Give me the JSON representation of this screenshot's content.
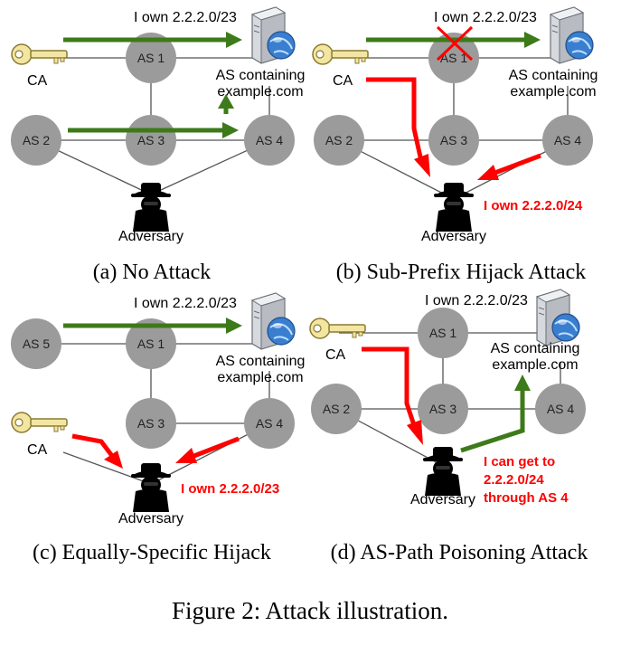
{
  "figure_caption": "Figure 2: Attack illustration.",
  "colors": {
    "green": "#3d7a1a",
    "red": "#ff0000",
    "node": "#9b9b9b"
  },
  "panels": [
    {
      "caption": "(a) No Attack",
      "claim": "I own 2.2.2.0/23",
      "ca": "CA",
      "server_label": [
        "AS containing",
        "example.com"
      ],
      "adversary": "Adversary",
      "nodes": [
        "AS 1",
        "AS 2",
        "AS 3",
        "AS 4"
      ]
    },
    {
      "caption": "(b) Sub-Prefix Hijack Attack",
      "claim": "I own 2.2.2.0/23",
      "ca": "CA",
      "server_label": [
        "AS containing",
        "example.com"
      ],
      "adversary": "Adversary",
      "nodes": [
        "AS 1",
        "AS 2",
        "AS 3",
        "AS 4"
      ],
      "attack_claim": "I own 2.2.2.0/24"
    },
    {
      "caption": "(c) Equally-Specific Hijack",
      "claim": "I own 2.2.2.0/23",
      "ca": "CA",
      "server_label": [
        "AS containing",
        "example.com"
      ],
      "adversary": "Adversary",
      "nodes": [
        "AS 5",
        "AS 1",
        "AS 3",
        "AS 4"
      ],
      "attack_claim": "I own 2.2.2.0/23"
    },
    {
      "caption": "(d) AS-Path Poisoning Attack",
      "claim": "I own 2.2.2.0/23",
      "ca": "CA",
      "server_label": [
        "AS containing",
        "example.com"
      ],
      "adversary": "Adversary",
      "nodes": [
        "AS 1",
        "AS 2",
        "AS 3",
        "AS 4"
      ],
      "attack_claim": [
        "I can get to",
        "2.2.2.0/24",
        "through AS 4"
      ]
    }
  ]
}
